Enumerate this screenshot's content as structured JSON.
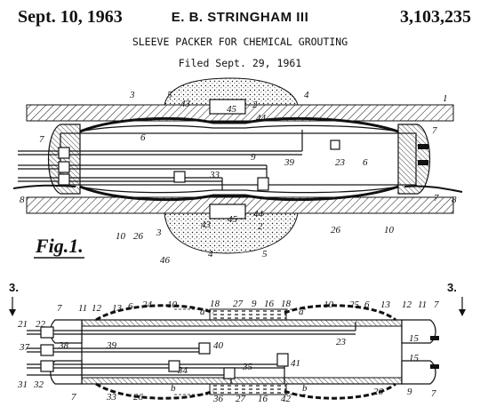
{
  "header": {
    "date": "Sept. 10, 1963",
    "inventor": "E. B. STRINGHAM III",
    "patent_number": "3,103,235",
    "title": "SLEEVE PACKER FOR CHEMICAL GROUTING",
    "filed": "Filed Sept. 29, 1961"
  },
  "fig1": {
    "label": "Fig.1.",
    "refs": [
      "1",
      "2",
      "3",
      "4",
      "5",
      "6",
      "7",
      "8",
      "9",
      "10",
      "23",
      "26",
      "33",
      "39",
      "43",
      "44",
      "45",
      "46"
    ]
  },
  "fig2": {
    "section_left": "3.",
    "section_right": "3.",
    "refs": [
      "7",
      "9",
      "10",
      "11",
      "12",
      "13",
      "15",
      "16",
      "18",
      "21",
      "22",
      "23",
      "24",
      "25",
      "26",
      "27",
      "31",
      "32",
      "33",
      "34",
      "35",
      "36",
      "37",
      "38",
      "39",
      "40",
      "41",
      "42",
      "a",
      "b"
    ]
  }
}
